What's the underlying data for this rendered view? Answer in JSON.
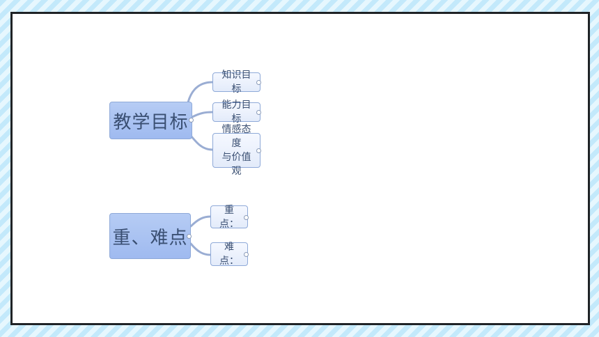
{
  "mindmap": {
    "goals": {
      "title": "教学目标",
      "children": [
        "知识目标",
        "能力目标",
        "情感态度\n与价值观"
      ]
    },
    "key_points": {
      "title": "重、难点",
      "children": [
        "重点：",
        "难点："
      ]
    }
  },
  "colors": {
    "root_fill": "#a9c3f3",
    "leaf_fill": "#eaf0fc",
    "connector": "#9aadd3",
    "frame": "#1f2326",
    "backdrop": "#cdeefc"
  }
}
